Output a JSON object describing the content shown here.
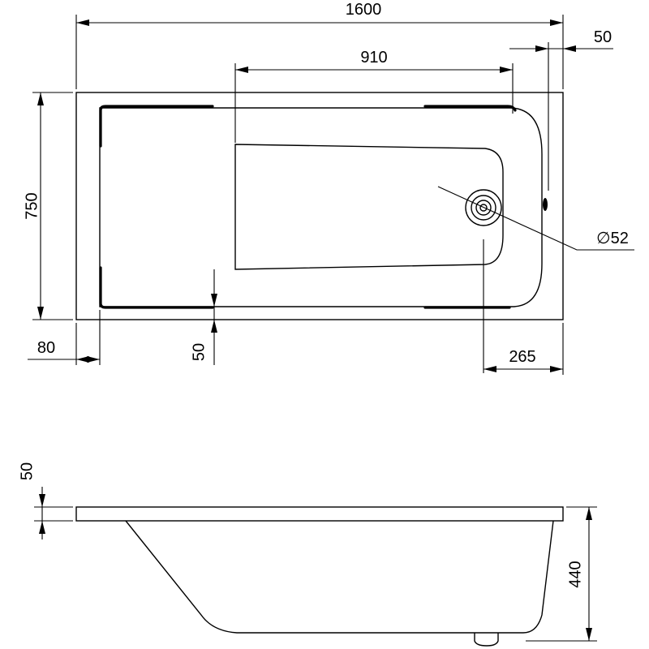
{
  "dimensions": {
    "overall_length": "1600",
    "seat_length": "910",
    "rim_end": "50",
    "width": "750",
    "drain_diameter": "∅52",
    "rim_side": "80",
    "inner_margin": "50",
    "drain_offset": "265",
    "rim_thickness": "50",
    "height": "440"
  },
  "colors": {
    "line": "#000000",
    "background": "#ffffff"
  }
}
